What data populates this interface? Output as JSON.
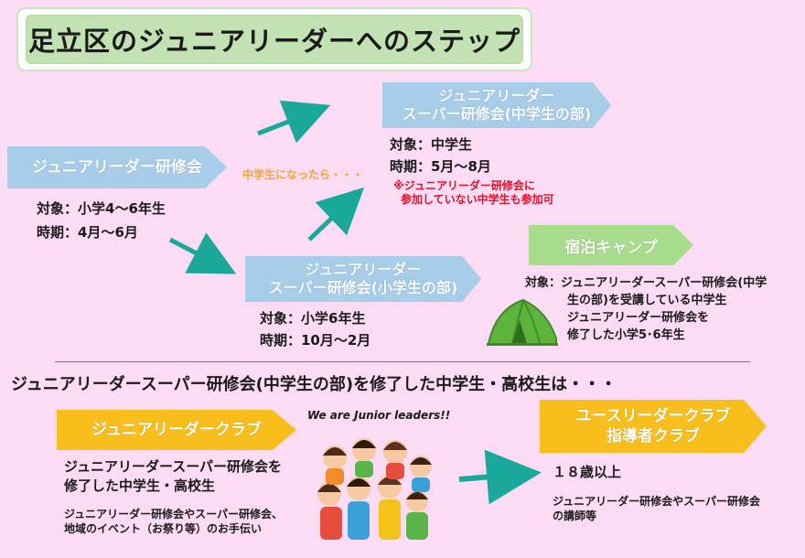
{
  "title": "足立区のジュニアリーダーへのステップ",
  "junior_training": {
    "label": "ジュニアリーダー研修会",
    "target": "対象：小学4～6年生",
    "period": "時期：4月～6月"
  },
  "transition_note": "中学生になったら・・・",
  "super_elem": {
    "label_line1": "ジュニアリーダー",
    "label_line2": "スーパー研修会(小学生の部)",
    "target": "対象：小学6年生",
    "period": "時期：10月～2月"
  },
  "super_middle": {
    "label_line1": "ジュニアリーダー",
    "label_line2": "スーパー研修会(中学生の部)",
    "target": "対象：中学生",
    "period": "時期：5月～8月",
    "note_line1": "※ジュニアリーダー研修会に",
    "note_line2": "参加していない中学生も参加可"
  },
  "camp": {
    "label": "宿泊キャンプ",
    "target_line1": "対象：ジュニアリーダースーパー研修会(中学",
    "target_line2": "生の部)を受講している中学生",
    "target_line3": "ジュニアリーダー研修会を",
    "target_line4": "修了した小学5･6年生"
  },
  "section_heading": "ジュニアリーダースーパー研修会(中学生の部)を修了した中学生・高校生は・・・",
  "club": {
    "label": "ジュニアリーダークラブ",
    "desc_line1": "ジュニアリーダースーパー研修会を",
    "desc_line2": "修了した中学生・高校生",
    "activity_line1": "ジュニアリーダー研修会やスーパー研修会、",
    "activity_line2": "地域のイベント（お祭り等）のお手伝い"
  },
  "illustration_caption": "We are Junior leaders!!",
  "youth_club": {
    "label_line1": "ユースリーダークラブ",
    "label_line2": "指導者クラブ",
    "age": "１８歳以上",
    "role_line1": "ジュニアリーダー研修会やスーパー研修会",
    "role_line2": "の講師等"
  },
  "colors": {
    "background": "#fcdcf4",
    "arrow_teal": "#1aa89a",
    "blue_box": "#a7cde8",
    "green_box": "#a8dd8e",
    "yellow_box": "#f8bf1c",
    "note_red": "#e0102a"
  }
}
